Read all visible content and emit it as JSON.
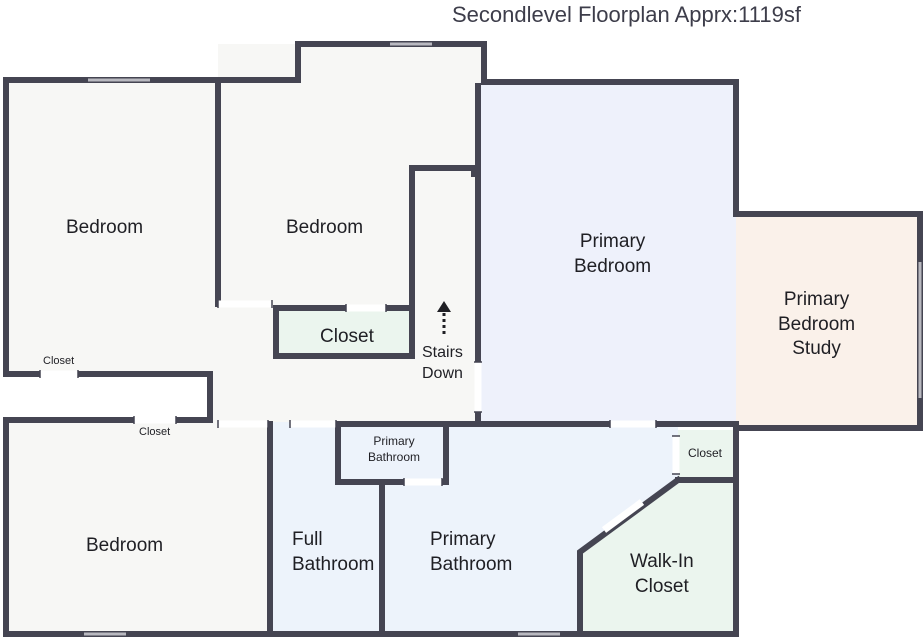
{
  "title": "Secondlevel Floorplan Apprx:1119sf",
  "colors": {
    "wall": "#454552",
    "bedroom_fill": "#f7f7f5",
    "primary_bedroom_fill": "#eef1fb",
    "study_fill": "#faf1ea",
    "bathroom_fill": "#edf3fb",
    "closet_fill": "#ebf5ee"
  },
  "rooms": {
    "bedroom_left": "Bedroom",
    "bedroom_middle": "Bedroom",
    "bedroom_bottom": "Bedroom",
    "closet_middle": "Closet",
    "closet_left": "Closet",
    "closet_hall": "Closet",
    "stairs": [
      "Stairs",
      "Down"
    ],
    "primary_bedroom": [
      "Primary",
      "Bedroom"
    ],
    "study": [
      "Primary",
      "Bedroom",
      "Study"
    ],
    "primary_bathroom_small": [
      "Primary",
      "Bathroom"
    ],
    "full_bathroom": [
      "Full",
      "Bathroom"
    ],
    "primary_bathroom": [
      "Primary",
      "Bathroom"
    ],
    "closet_right": "Closet",
    "walk_in_closet": [
      "Walk-In",
      "Closet"
    ]
  },
  "icons": {
    "stairs_arrow": "dotted-up-arrow-icon"
  }
}
